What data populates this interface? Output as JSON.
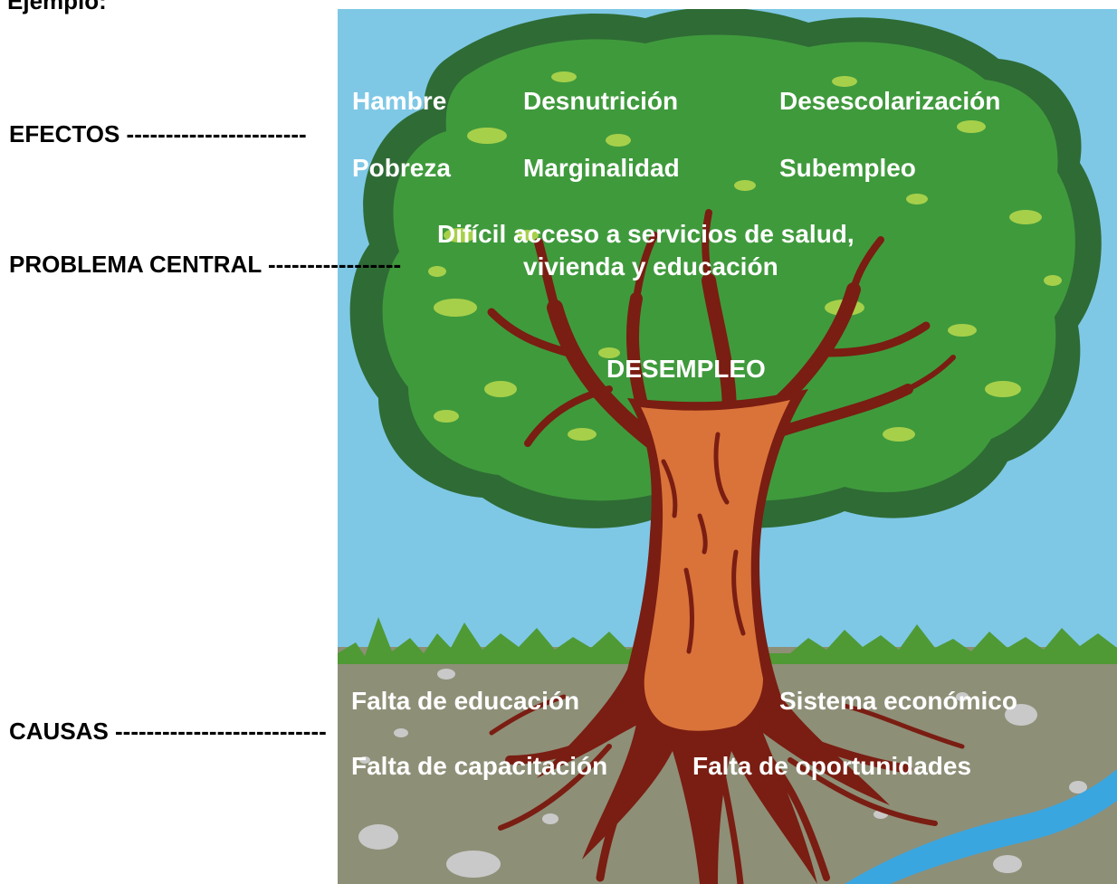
{
  "labels": {
    "ejemplo": "Ejemplo:",
    "efectos": "EFECTOS -----------------------",
    "problema_central": "PROBLEMA CENTRAL -----------------",
    "causas": "CAUSAS ---------------------------"
  },
  "efectos": {
    "row1": [
      "Hambre",
      "Desnutrición",
      "Desescolarización"
    ],
    "row2": [
      "Pobreza",
      "Marginalidad",
      "Subempleo"
    ],
    "acceso_line1": "Difícil acceso a servicios de salud,",
    "acceso_line2": "vivienda y educación"
  },
  "problema": "DESEMPLEO",
  "causas": {
    "row1": [
      "Falta de educación",
      "Sistema económico"
    ],
    "row2": [
      "Falta de capacitación",
      "Falta de oportunidades"
    ]
  },
  "colors": {
    "sky": "#7ec8e6",
    "canopy_dark": "#2f6b35",
    "canopy_light": "#3f9a3c",
    "leaf_highlight": "#a7d04a",
    "trunk": "#d9733a",
    "trunk_dark": "#7a1d12",
    "ground": "#8e8f77",
    "grass": "#4f9a35",
    "water": "#3aa6e0",
    "text": "#ffffff"
  }
}
